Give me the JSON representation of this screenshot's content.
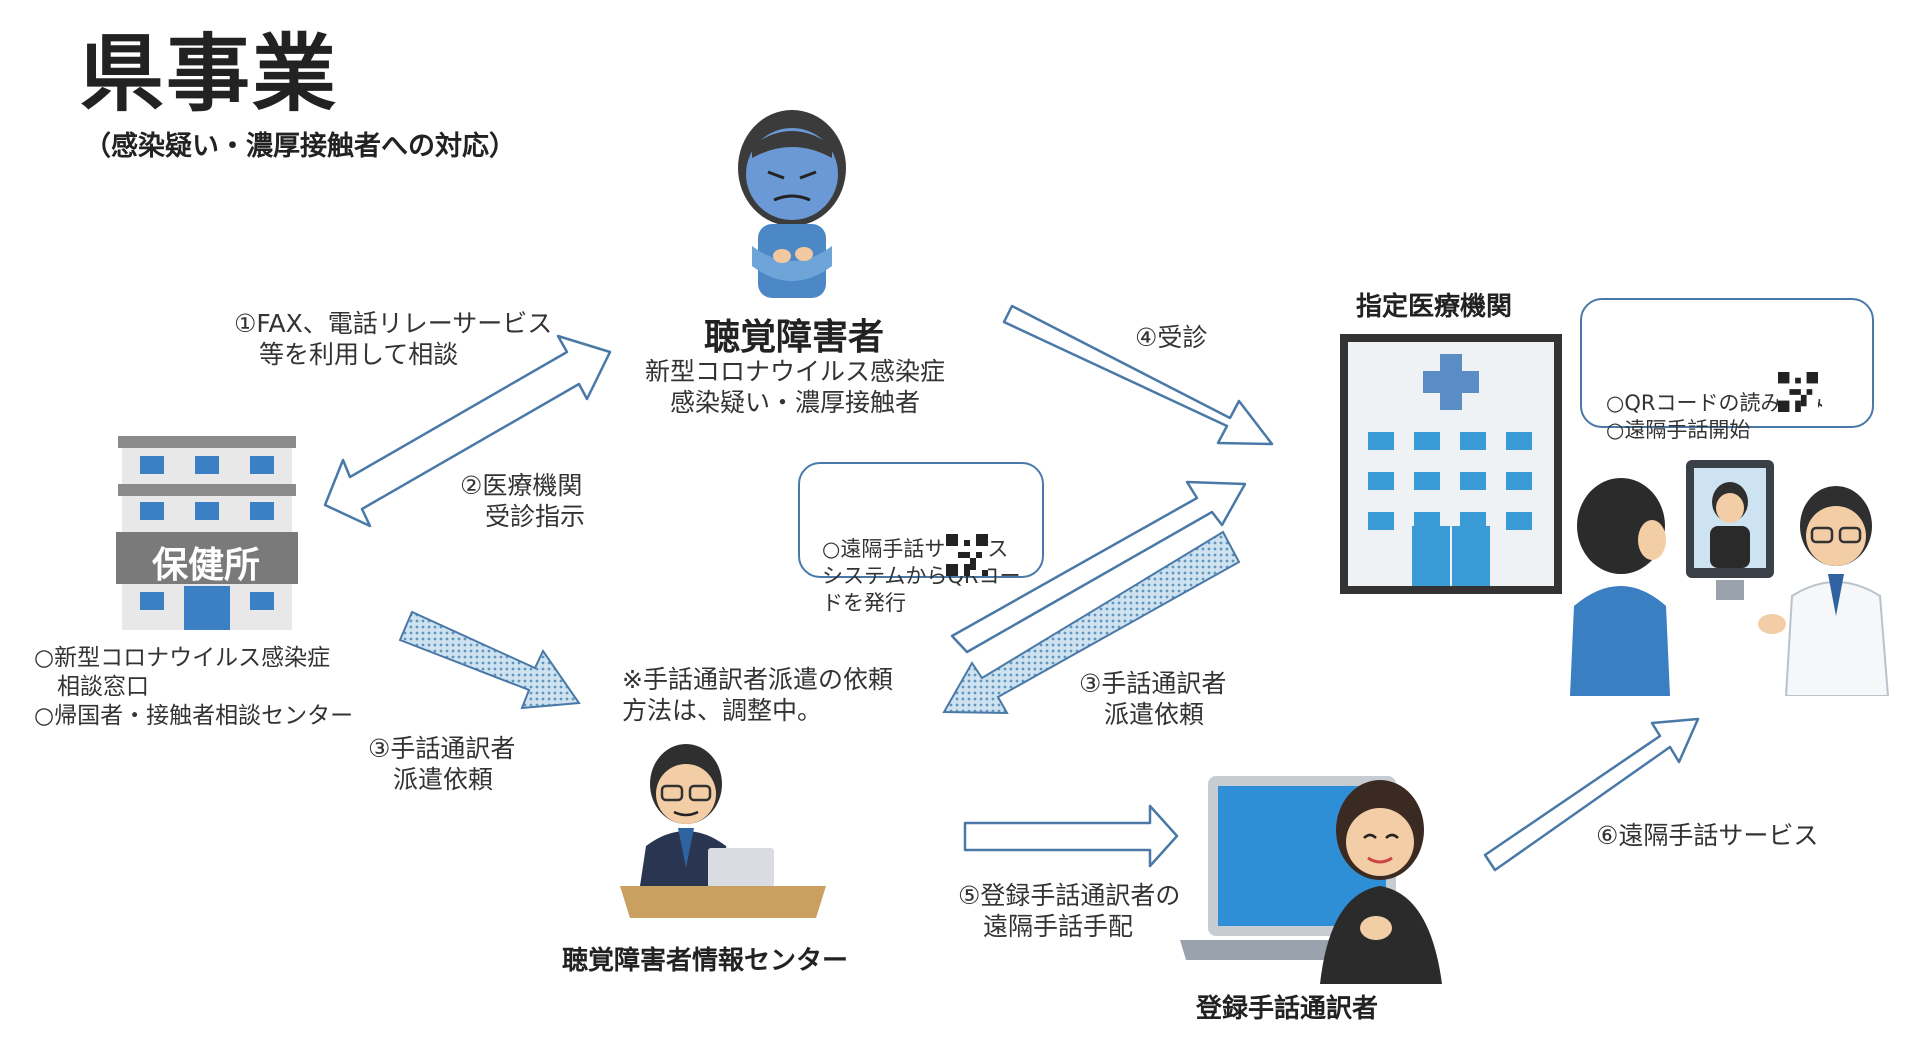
{
  "header": {
    "title": "県事業",
    "subtitle": "（感染疑い・濃厚接触者への対応）"
  },
  "nodes": {
    "patient": {
      "name": "聴覚障害者",
      "description": "新型コロナウイルス感染症\n　感染疑い・濃厚接触者"
    },
    "health_center": {
      "sign": "保健所",
      "description": "○新型コロナウイルス感染症\n　相談窓口\n○帰国者・接触者相談センター"
    },
    "hospital": {
      "name": "指定医療機関"
    },
    "info_center": {
      "name": "聴覚障害者情報センター",
      "note": "※手話通訳者派遣の依頼\n方法は、調整中。"
    },
    "interpreter": {
      "name": "登録手話通訳者"
    }
  },
  "flows": {
    "step1": "①FAX、電話リレーサービス\n　等を利用して相談",
    "step2": "②医療機関\n　受診指示",
    "step3_left": "③手話通訳者\n　派遣依頼",
    "step3_right": "③手話通訳者\n　派遣依頼",
    "step4": "④受診",
    "step5": "⑤登録手話通訳者の\n　遠隔手話手配",
    "step6": "⑥遠隔手話サービス"
  },
  "boxes": {
    "qr_issue": "○遠隔手話サービス\nシステムからQRコー\nドを発行",
    "qr_read": "○QRコードの読み込み\n○遠隔手話開始"
  },
  "colors": {
    "arrow_outline": "#4a79a8",
    "arrow_fill_dotted": "#a9c8df",
    "building_blue": "#3b9bd6",
    "box_border": "#4a79a8"
  }
}
